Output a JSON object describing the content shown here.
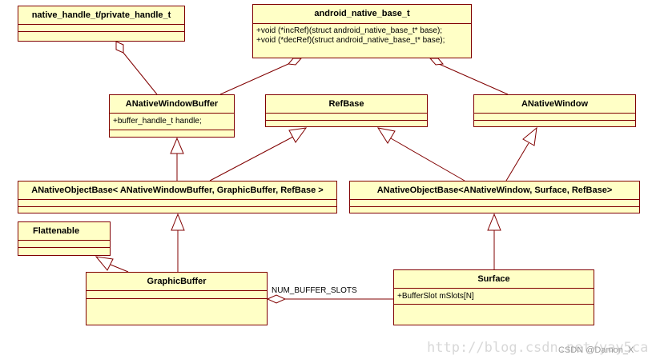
{
  "classes": {
    "native_handle": {
      "name": "native_handle_t/private_handle_t"
    },
    "android_native_base": {
      "name": "android_native_base_t",
      "operations": [
        "+void (*incRef)(struct android_native_base_t* base);",
        "+void (*decRef)(struct android_native_base_t* base);"
      ]
    },
    "anativewindowbuffer": {
      "name": "ANativeWindowBuffer",
      "attributes": [
        "+buffer_handle_t handle;"
      ]
    },
    "refbase": {
      "name": "RefBase"
    },
    "anativewindow": {
      "name": "ANativeWindow"
    },
    "anob_buffer": {
      "name": "ANativeObjectBase< ANativeWindowBuffer, GraphicBuffer, RefBase >"
    },
    "anob_window": {
      "name": "ANativeObjectBase<ANativeWindow, Surface, RefBase>"
    },
    "flattenable": {
      "name": "Flattenable"
    },
    "graphicbuffer": {
      "name": "GraphicBuffer"
    },
    "surface": {
      "name": "Surface",
      "attributes": [
        "+BufferSlot mSlots[N]"
      ]
    }
  },
  "association_label": "NUM_BUFFER_SLOTS",
  "watermark": "http://blog.csdn.net/yay5ca",
  "credit": "CSDN @Damon_X",
  "colors": {
    "class_fill": "#ffffc6",
    "class_border": "#800000",
    "line": "#800000"
  }
}
